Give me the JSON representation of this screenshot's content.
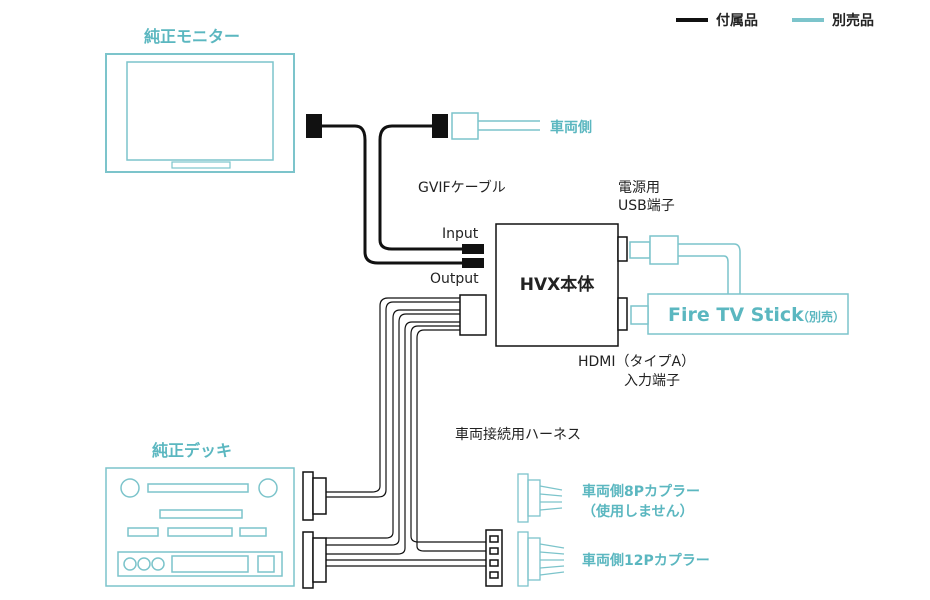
{
  "legend": {
    "included": "付属品",
    "sold_separately": "別売品"
  },
  "colors": {
    "included": "#111111",
    "sold_separately": "#7cc4cb",
    "teal_text": "#5bb7c0"
  },
  "monitor": {
    "title": "純正モニター"
  },
  "deck": {
    "title": "純正デッキ"
  },
  "car_side": "車両側",
  "gvif_cable": "GVIFケーブル",
  "ports": {
    "input": "Input",
    "output": "Output"
  },
  "hvx": {
    "label": "HVX本体"
  },
  "usb_port": {
    "line1": "電源用",
    "line2": "USB端子"
  },
  "hdmi_port": {
    "line1": "HDMI（タイプA）",
    "line2": "入力端子"
  },
  "fire_tv": {
    "name": "Fire TV Stick",
    "note": "（別売）"
  },
  "harness": "車両接続用ハーネス",
  "coupler_8p": {
    "line1": "車両側8Pカプラー",
    "line2": "（使用しません）"
  },
  "coupler_12p": "車両側12Pカプラー"
}
